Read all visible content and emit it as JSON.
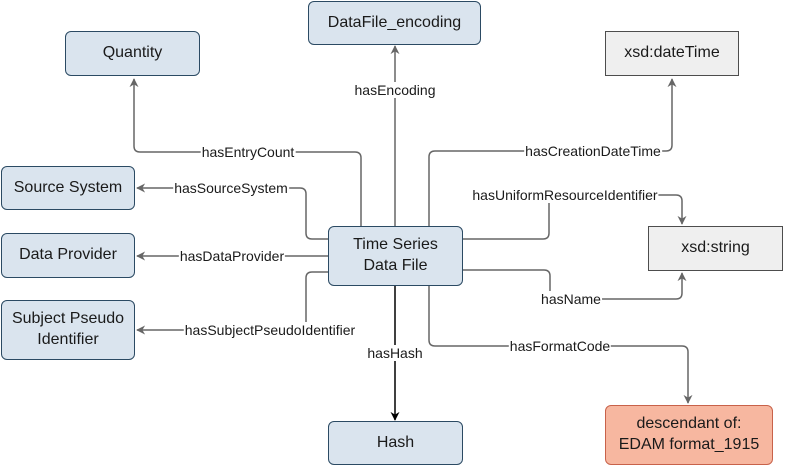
{
  "nodes": {
    "center": "Time Series\nData File",
    "encoding": "DataFile_encoding",
    "quantity": "Quantity",
    "datetime": "xsd:dateTime",
    "source_system": "Source System",
    "data_provider": "Data Provider",
    "subject_pseudo": "Subject Pseudo\nIdentifier",
    "string": "xsd:string",
    "hash": "Hash",
    "edam": "descendant of:\nEDAM format_1915"
  },
  "edges": {
    "has_encoding": "hasEncoding",
    "has_entry_count": "hasEntryCount",
    "has_creation_date_time": "hasCreationDateTime",
    "has_source_system": "hasSourceSystem",
    "has_uri": "hasUniformResourceIdentifier",
    "has_data_provider": "hasDataProvider",
    "has_name": "hasName",
    "has_subject_pseudo_identifier": "hasSubjectPseudoIdentifier",
    "has_hash": "hasHash",
    "has_format_code": "hasFormatCode"
  },
  "colors": {
    "class_fill": "#dae4ee",
    "class_border": "#2b4a63",
    "literal_fill": "#efefef",
    "external_fill": "#f7b7a0",
    "edge_gray": "#666666",
    "edge_black": "#000000"
  }
}
